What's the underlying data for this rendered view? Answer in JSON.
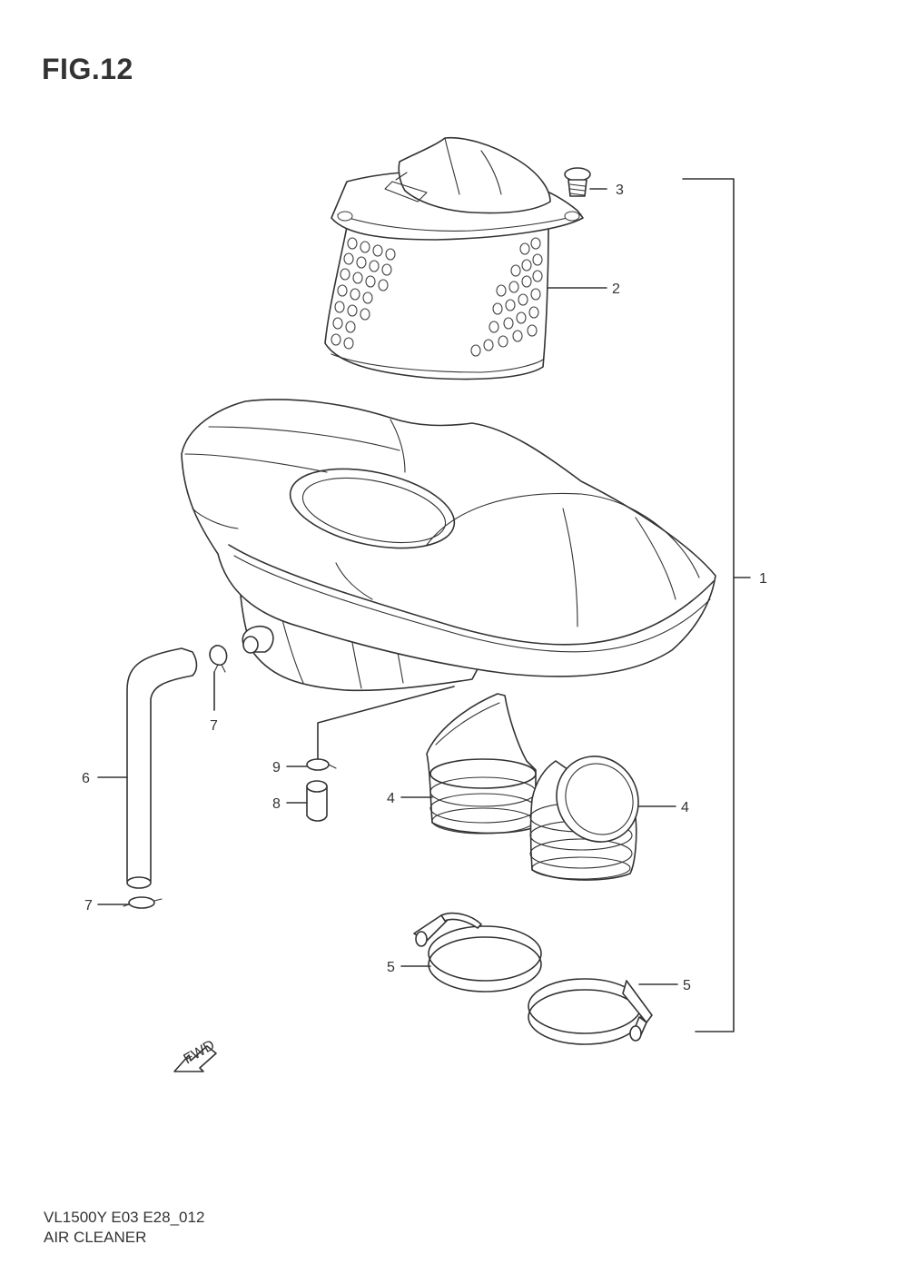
{
  "figure": {
    "title": "FIG.12"
  },
  "callouts": [
    {
      "id": "c1",
      "label": "1"
    },
    {
      "id": "c2",
      "label": "2"
    },
    {
      "id": "c3",
      "label": "3"
    },
    {
      "id": "c4a",
      "label": "4"
    },
    {
      "id": "c4b",
      "label": "4"
    },
    {
      "id": "c5a",
      "label": "5"
    },
    {
      "id": "c5b",
      "label": "5"
    },
    {
      "id": "c6",
      "label": "6"
    },
    {
      "id": "c7a",
      "label": "7"
    },
    {
      "id": "c7b",
      "label": "7"
    },
    {
      "id": "c8",
      "label": "8"
    },
    {
      "id": "c9",
      "label": "9"
    }
  ],
  "fwd_marker": "FWD",
  "footer": {
    "model_code": "VL1500Y  E03  E28_012",
    "section_name": "AIR CLEANER"
  }
}
